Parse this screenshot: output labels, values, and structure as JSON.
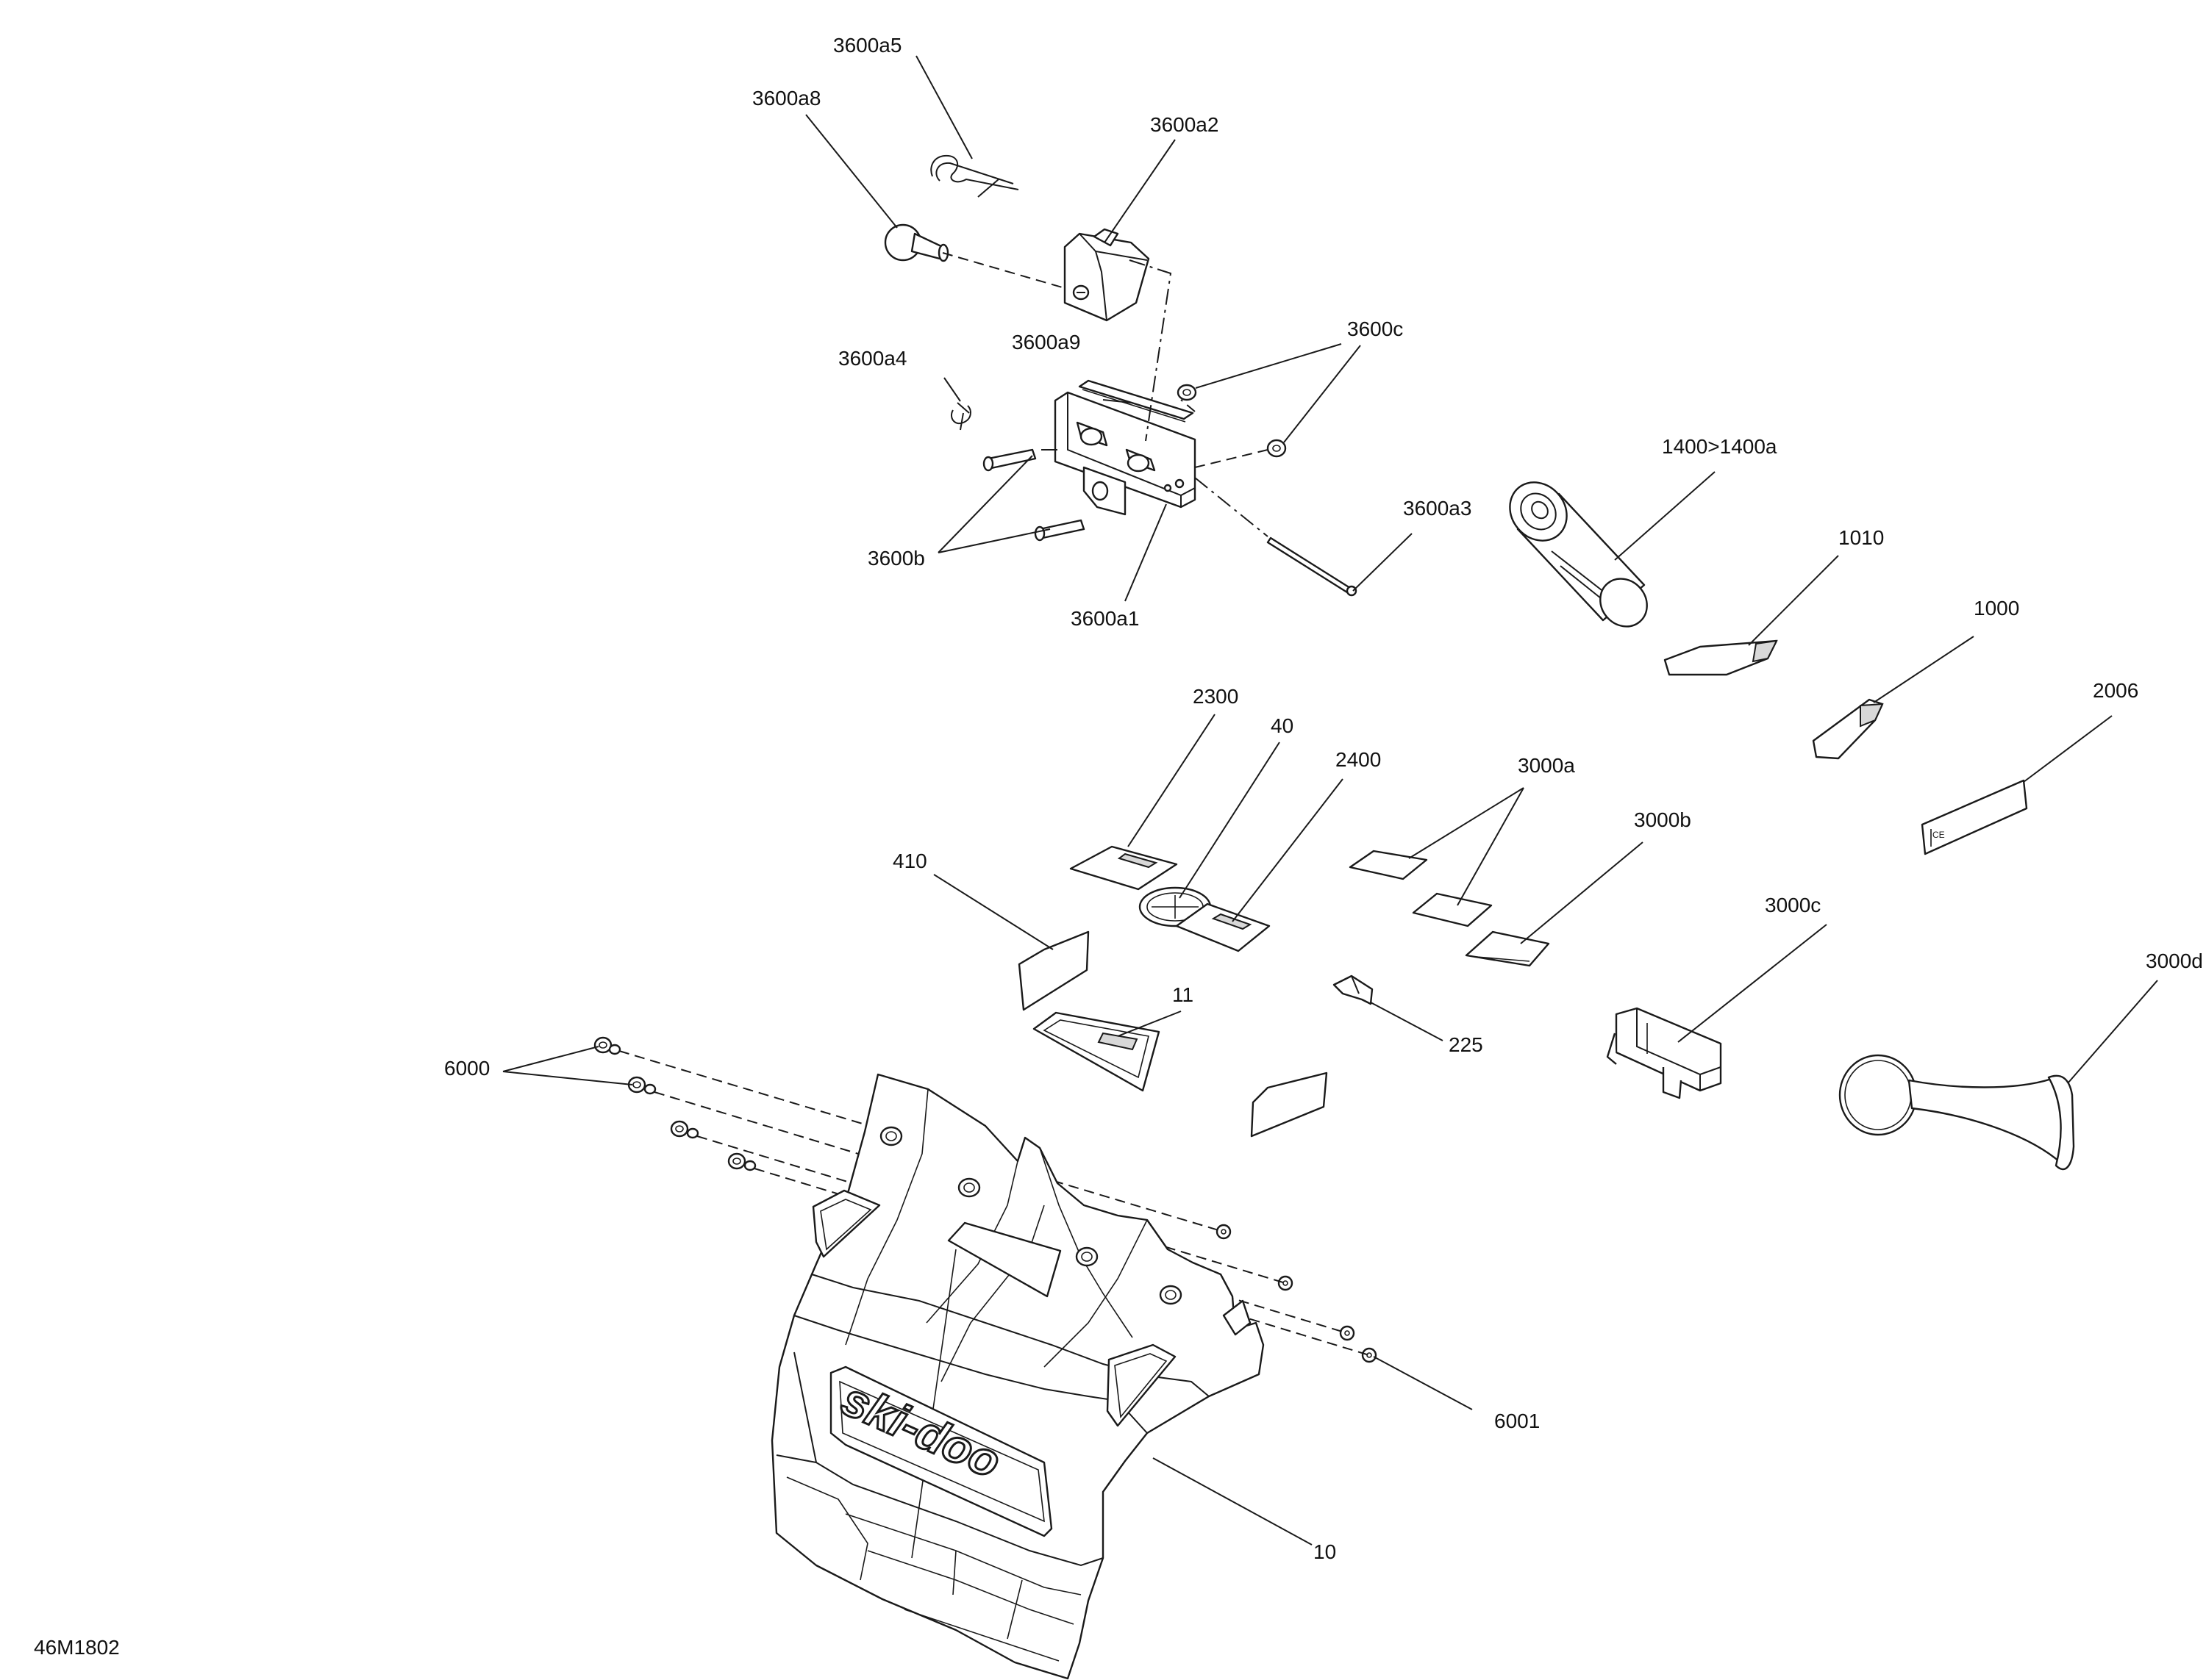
{
  "document_code": "46M1802",
  "callouts": {
    "c3600a5": "3600a5",
    "c3600a8": "3600a8",
    "c3600a2": "3600a2",
    "c3600a9": "3600a9",
    "c3600c": "3600c",
    "c3600a4": "3600a4",
    "c3600b": "3600b",
    "c3600a1": "3600a1",
    "c3600a3": "3600a3",
    "c1400": "1400>1400a",
    "c1010": "1010",
    "c1000": "1000",
    "c2006": "2006",
    "c2300": "2300",
    "c40": "40",
    "c2400": "2400",
    "c3000a": "3000a",
    "c3000b": "3000b",
    "c410": "410",
    "c3000c": "3000c",
    "c3000d": "3000d",
    "c11": "11",
    "c225": "225",
    "c6000": "6000",
    "c6001": "6001",
    "c10": "10"
  },
  "decals": {
    "brand_logo": "ski-doo"
  }
}
